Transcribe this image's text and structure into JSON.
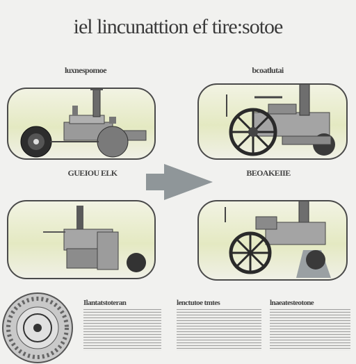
{
  "title": "iel lincunattion ef tire:sotoe",
  "panels": {
    "top_left": {
      "label": "luxnespomoe"
    },
    "top_right": {
      "label": "bcoatlutai"
    },
    "bottom_left": {
      "label": "GUEIOU ELK"
    },
    "bottom_right": {
      "label": "BEOAKEIIE"
    }
  },
  "bottom_row": {
    "col1_title": "Ilantatstoteran",
    "col2_title": "lenctutoe tmtes",
    "col3_title": "lnaeatesteotone"
  },
  "colors": {
    "panel_border": "#4a4a4a",
    "panel_fill": "#e4e9c2",
    "arrow": "#8f9699",
    "metal": "#8b8b8b"
  }
}
